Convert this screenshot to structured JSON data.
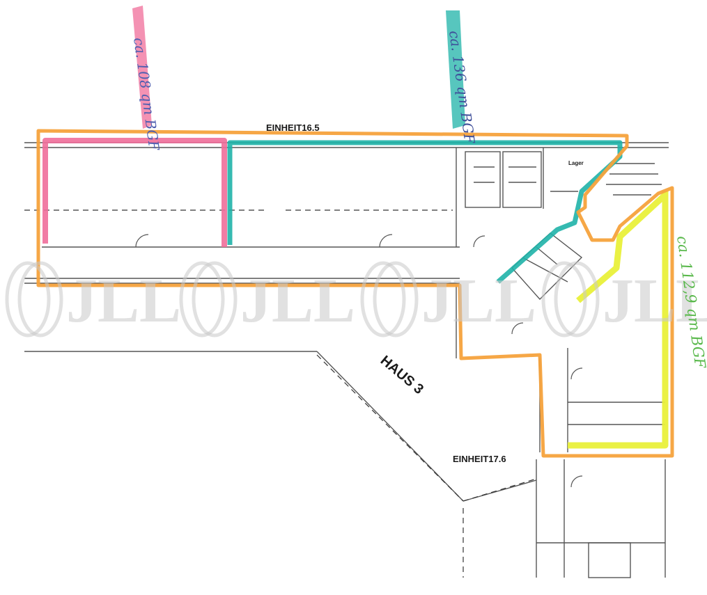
{
  "labels": {
    "unit_top": "EINHEIT16.5",
    "unit_bottom": "EINHEIT17.6",
    "building": "HAUS 3",
    "storage": "Lager"
  },
  "annotations": {
    "pink_area": "ca. 108 qm BGF",
    "teal_area": "ca. 136 qm BGF",
    "yellow_area": "ca. 112,9 qm BGF"
  },
  "watermark": {
    "text": "JLL",
    "repeats": 4
  },
  "colors": {
    "orange_outline": "#f5a23c",
    "pink_highlight": "#f06e9a",
    "teal_highlight": "#1fb3a8",
    "yellow_highlight": "#e9f03a",
    "wall_line": "#555555",
    "watermark": "#c9c9c9"
  }
}
